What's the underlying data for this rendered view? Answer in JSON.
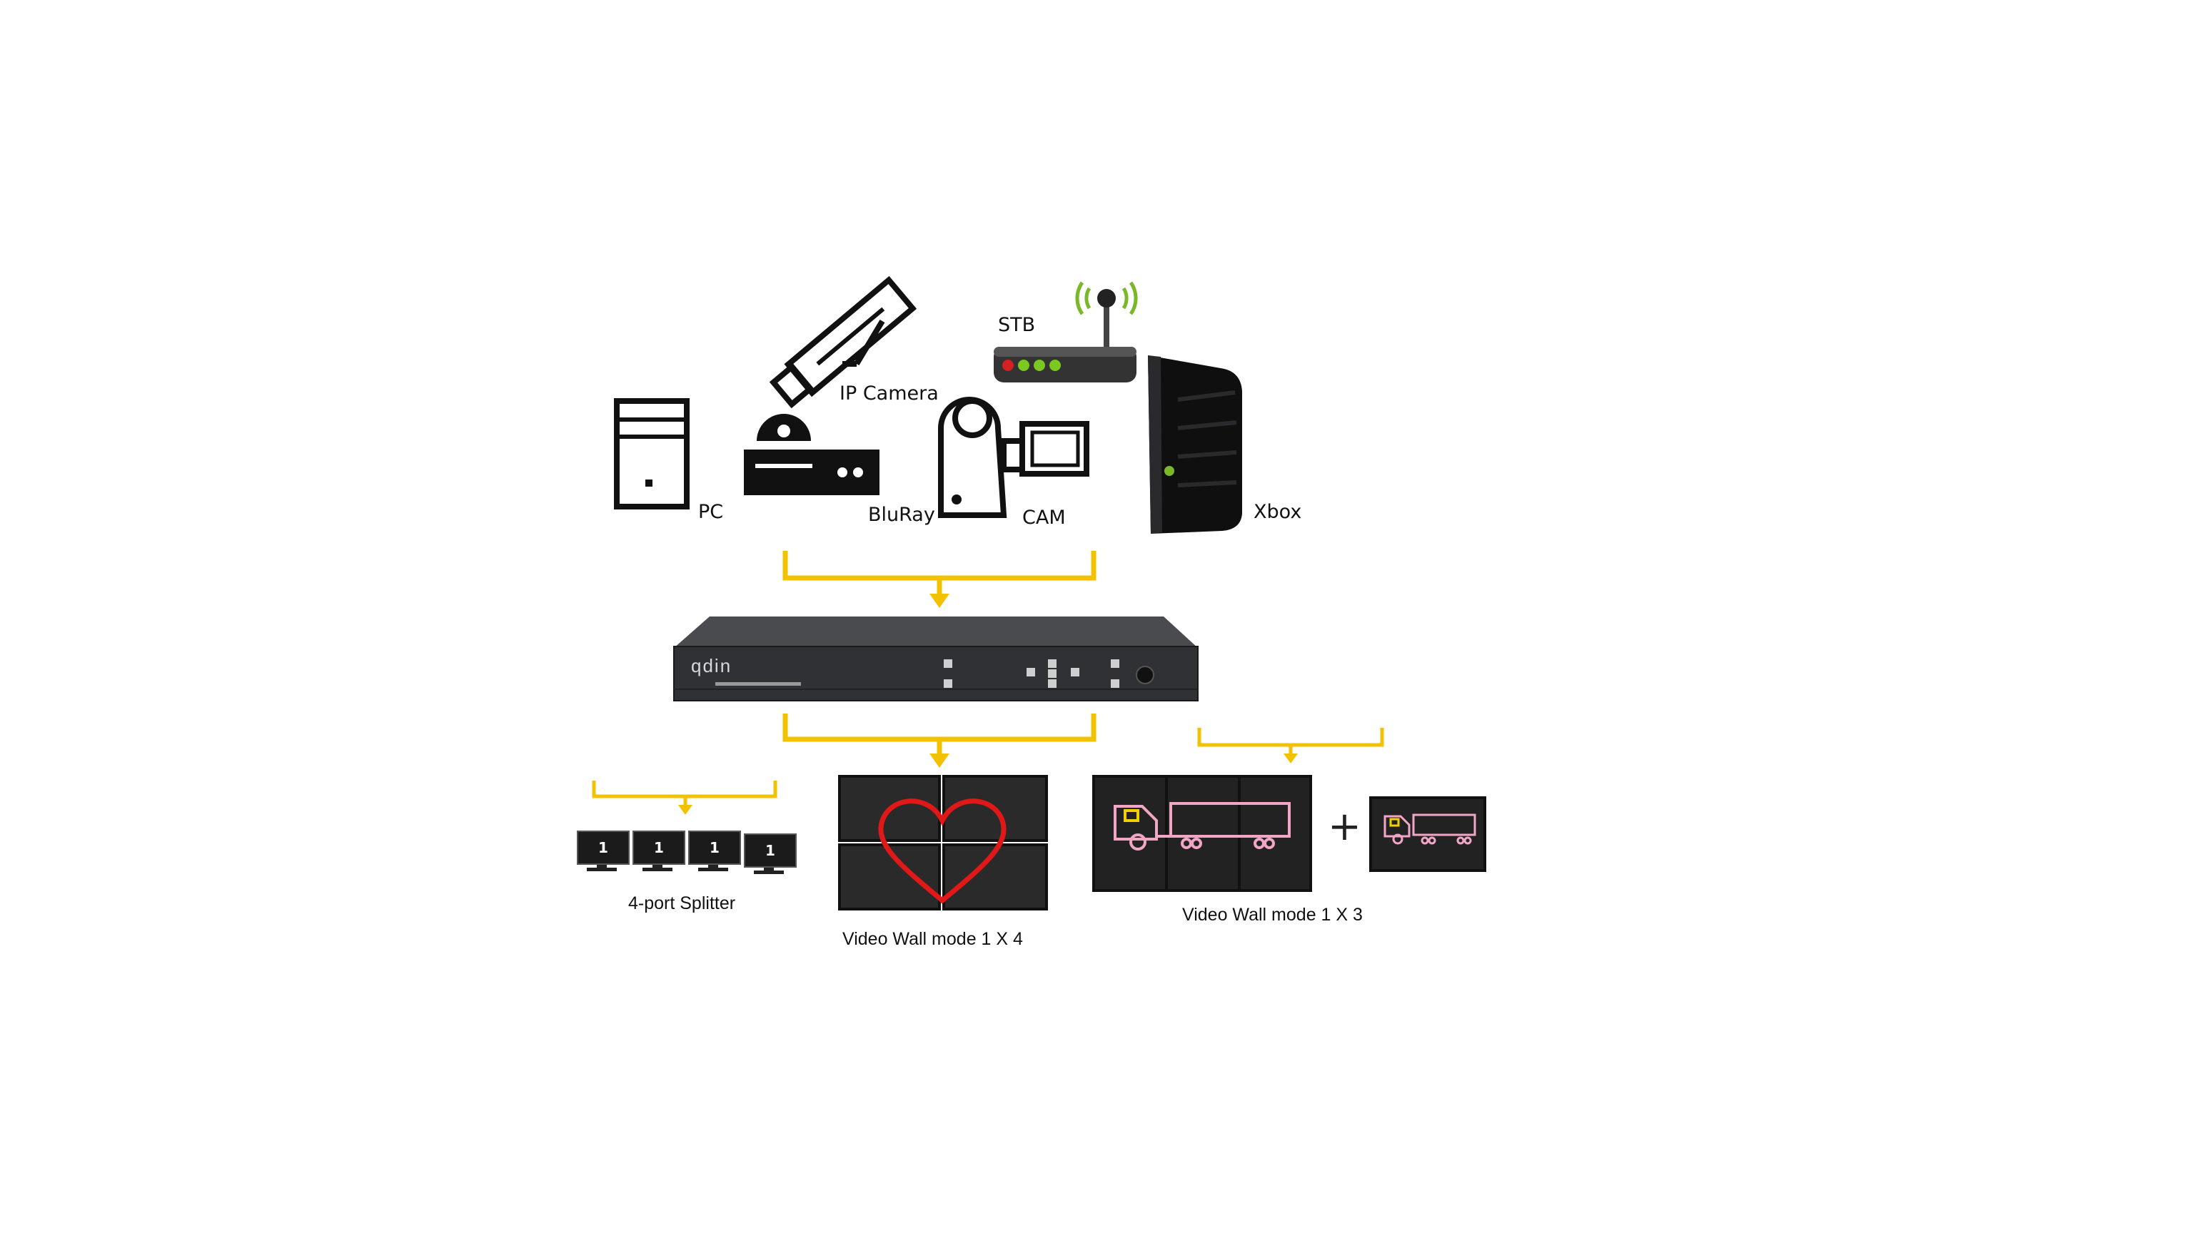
{
  "sources": {
    "pc": "PC",
    "bluray": "BluRay",
    "ip_camera": "IP Camera",
    "cam": "CAM",
    "stb": "STB",
    "xbox": "Xbox"
  },
  "device": {
    "brand": "qdin"
  },
  "outputs": {
    "splitter": {
      "caption": "4-port Splitter",
      "monitor_number": "1"
    },
    "wall_1x4": {
      "caption": "Video Wall mode  1 X 4"
    },
    "wall_1x3": {
      "caption": "Video Wall mode 1 X 3",
      "plus": "+"
    }
  },
  "colors": {
    "connector": "#f2c200",
    "device_body": "#3a3b3d",
    "screen": "#2b2b2b",
    "heart": "#e01818",
    "truck_outline": "#f2a6c6",
    "truck_cab_window": "#f2d000",
    "stb_leds": [
      "#d42020",
      "#7bc820",
      "#7bc820",
      "#7bc820"
    ],
    "antenna_waves": "#7ab82a"
  }
}
